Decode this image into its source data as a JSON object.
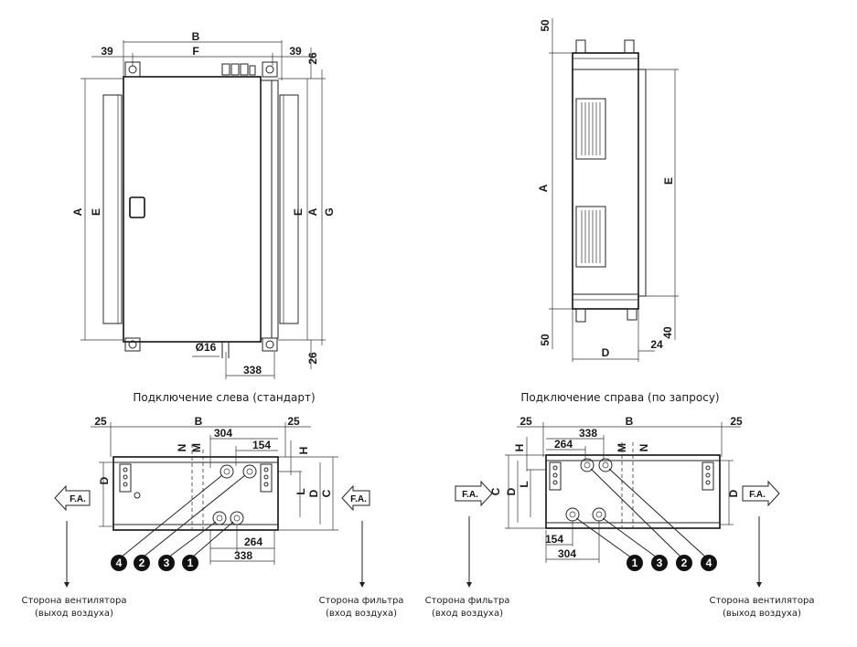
{
  "top_left": {
    "dims": {
      "B": "B",
      "F": "F",
      "left39": "39",
      "right39": "39",
      "top26": "26",
      "A": "A",
      "E_left": "E",
      "E_right": "E",
      "A_right": "A",
      "G": "G",
      "dia16": "Ø16",
      "d338": "338",
      "bottom26": "26"
    }
  },
  "top_right": {
    "dims": {
      "d50_top": "50",
      "A": "A",
      "E": "E",
      "d50_bottom": "50",
      "d40": "40",
      "D": "D",
      "d24": "24"
    }
  },
  "captions": {
    "left": "Подключение слева (стандарт)",
    "right": "Подключение справа (по запросу)"
  },
  "bottom_left": {
    "dims": {
      "left25": "25",
      "B": "B",
      "right25": "25",
      "d304": "304",
      "d154": "154",
      "N": "N",
      "M": "M",
      "H": "H",
      "D_left": "D",
      "L": "L",
      "D_right": "D",
      "C": "C",
      "d264": "264",
      "d338": "338"
    },
    "fa_left": "F.A.",
    "fa_right": "F.A.",
    "badges": [
      "4",
      "2",
      "3",
      "1"
    ],
    "note_left": [
      "Сторона вентилятора",
      "(выход воздуха)"
    ],
    "note_right": [
      "Сторона фильтра",
      "(вход воздуха)"
    ]
  },
  "bottom_right": {
    "dims": {
      "left25": "25",
      "d338": "338",
      "B": "B",
      "right25": "25",
      "d264": "264",
      "H": "H",
      "M": "M",
      "N": "N",
      "C": "C",
      "D_left": "D",
      "L": "L",
      "D_right": "D",
      "d154": "154",
      "d304": "304"
    },
    "fa_left": "F.A.",
    "fa_right": "F.A.",
    "badges": [
      "1",
      "3",
      "2",
      "4"
    ],
    "note_left": [
      "Сторона фильтра",
      "(вход воздуха)"
    ],
    "note_right": [
      "Сторона вентилятора",
      "(выход воздуха)"
    ]
  }
}
